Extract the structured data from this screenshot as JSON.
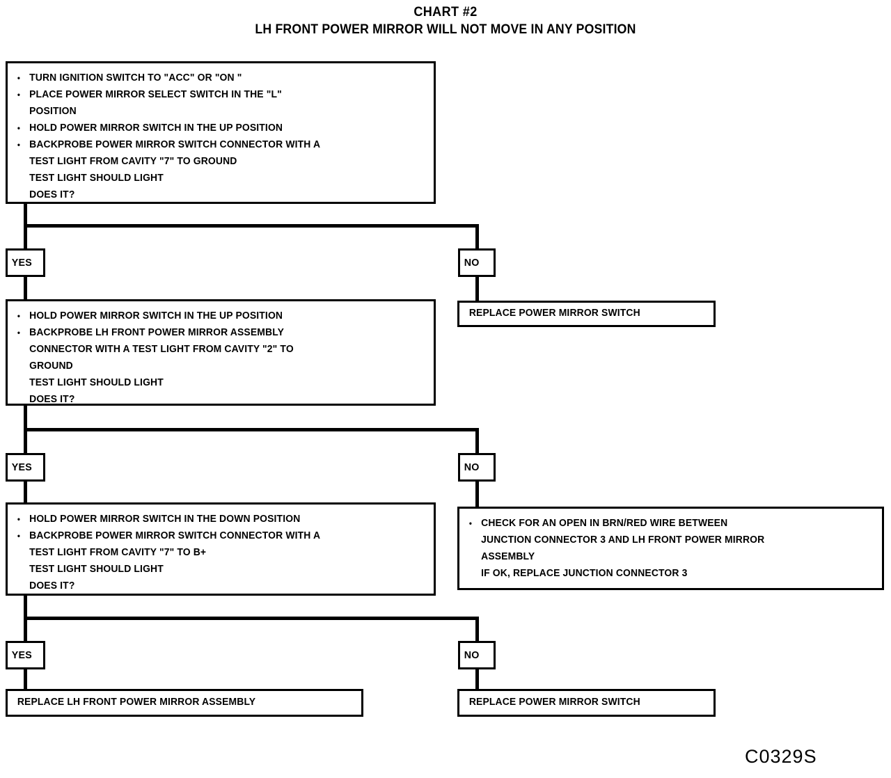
{
  "document": {
    "title_main": "CHART #2",
    "title_sub": "LH FRONT POWER MIRROR WILL NOT MOVE IN ANY POSITION",
    "footer_code": "C0329S"
  },
  "labels": {
    "yes": "YES",
    "no": "NO",
    "bullet": "•"
  },
  "nodes": {
    "step1": {
      "lines": [
        {
          "type": "bullet",
          "text": "TURN IGNITION SWITCH TO \"ACC\" OR \"ON \""
        },
        {
          "type": "bullet",
          "text": "PLACE POWER MIRROR SELECT SWITCH IN THE \"L\""
        },
        {
          "type": "cont",
          "text": "POSITION"
        },
        {
          "type": "bullet",
          "text": "HOLD POWER MIRROR SWITCH IN THE UP POSITION"
        },
        {
          "type": "bullet",
          "text": "BACKPROBE POWER MIRROR SWITCH CONNECTOR WITH A"
        },
        {
          "type": "cont",
          "text": "TEST LIGHT FROM CAVITY \"7\" TO GROUND"
        },
        {
          "type": "cont",
          "text": "TEST LIGHT SHOULD LIGHT"
        },
        {
          "type": "cont",
          "text": "DOES IT?"
        }
      ]
    },
    "step1_no_result": {
      "lines": [
        {
          "type": "single",
          "text": "REPLACE POWER MIRROR SWITCH"
        }
      ]
    },
    "step2": {
      "lines": [
        {
          "type": "bullet",
          "text": "HOLD POWER MIRROR SWITCH IN THE UP POSITION"
        },
        {
          "type": "bullet",
          "text": "BACKPROBE LH FRONT POWER MIRROR ASSEMBLY"
        },
        {
          "type": "cont",
          "text": "CONNECTOR WITH A TEST LIGHT FROM CAVITY \"2\" TO"
        },
        {
          "type": "cont",
          "text": "GROUND"
        },
        {
          "type": "cont",
          "text": "TEST LIGHT SHOULD LIGHT"
        },
        {
          "type": "cont",
          "text": "DOES IT?"
        }
      ]
    },
    "step2_no_result": {
      "lines": [
        {
          "type": "bullet",
          "text": "CHECK FOR AN OPEN IN BRN/RED WIRE BETWEEN"
        },
        {
          "type": "cont",
          "text": "JUNCTION CONNECTOR 3 AND LH FRONT POWER MIRROR"
        },
        {
          "type": "cont",
          "text": "ASSEMBLY"
        },
        {
          "type": "cont",
          "text": "IF OK, REPLACE JUNCTION CONNECTOR 3"
        }
      ]
    },
    "step3": {
      "lines": [
        {
          "type": "bullet",
          "text": "HOLD POWER MIRROR SWITCH IN THE DOWN POSITION"
        },
        {
          "type": "bullet",
          "text": "BACKPROBE POWER MIRROR SWITCH CONNECTOR WITH A"
        },
        {
          "type": "cont",
          "text": "TEST LIGHT FROM CAVITY \"7\" TO B+"
        },
        {
          "type": "cont",
          "text": "TEST LIGHT SHOULD LIGHT"
        },
        {
          "type": "cont",
          "text": "DOES IT?"
        }
      ]
    },
    "step3_yes_result": {
      "lines": [
        {
          "type": "single",
          "text": "REPLACE LH FRONT POWER MIRROR ASSEMBLY"
        }
      ]
    },
    "step3_no_result": {
      "lines": [
        {
          "type": "single",
          "text": "REPLACE POWER MIRROR SWITCH"
        }
      ]
    }
  }
}
